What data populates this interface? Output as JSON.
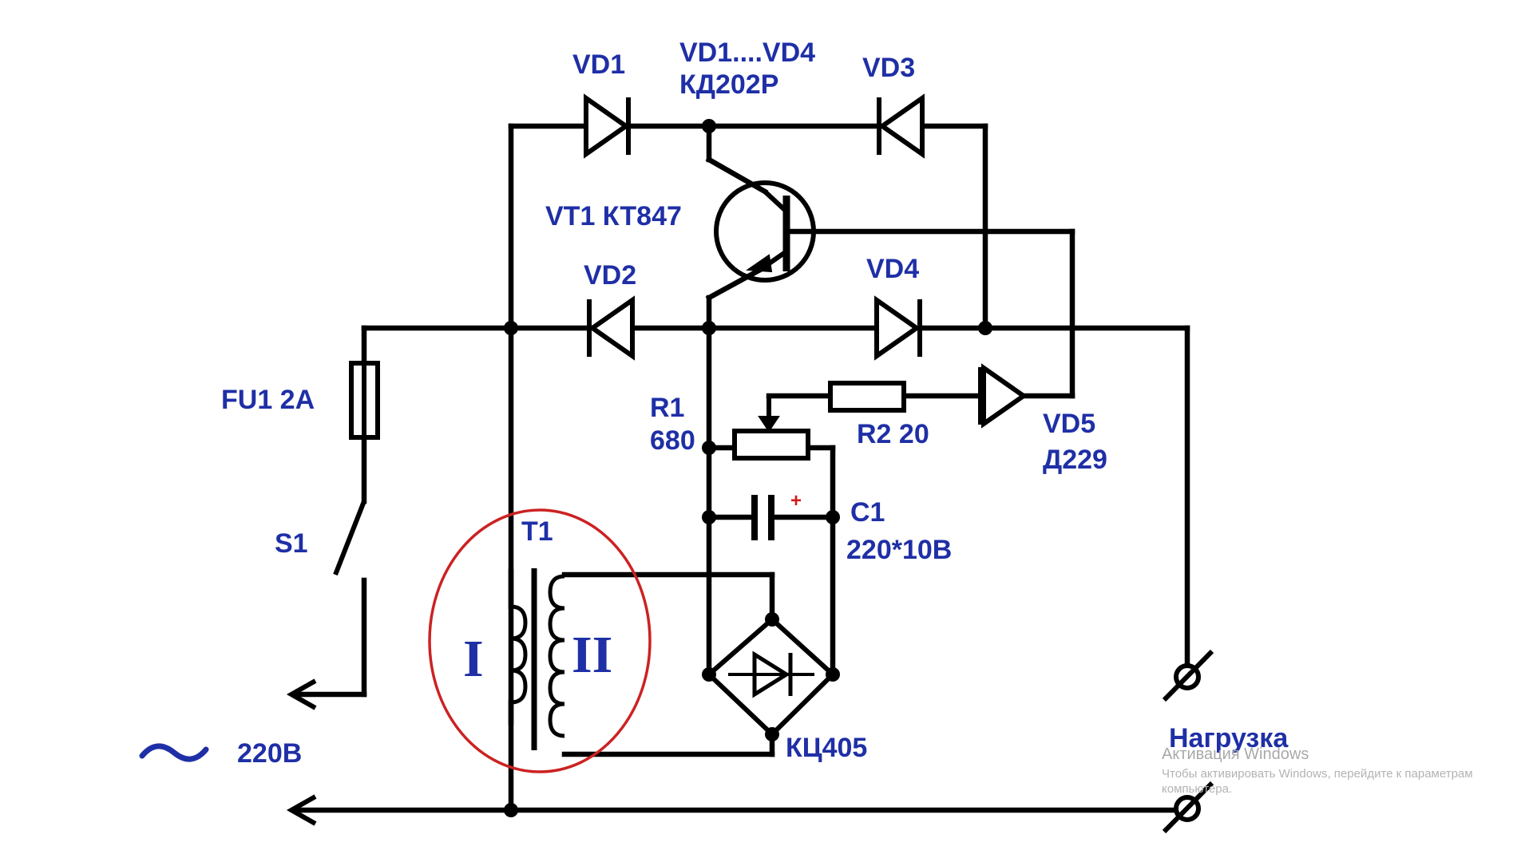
{
  "labels": {
    "vd1": "VD1",
    "vd_group": "VD1....VD4",
    "vd_type": "КД202Р",
    "vd3": "VD3",
    "vt1": "VT1 КТ847",
    "vd2": "VD2",
    "vd4": "VD4",
    "fu1": "FU1 2А",
    "r1": "R1",
    "r1_value": "680",
    "r2": "R2 20",
    "vd5": "VD5",
    "vd5_type": "Д229",
    "c1": "C1",
    "c1_value": "220*10В",
    "c1_polarity": "+",
    "s1": "S1",
    "t1": "T1",
    "winding_primary": "I",
    "winding_secondary": "II",
    "bridge": "КЦ405",
    "mains_symbol": "~",
    "mains_voltage": "220В",
    "load": "Нагрузка"
  },
  "watermark": {
    "title": "Активация Windows",
    "line1": "Чтобы активировать Windows, перейдите к параметрам",
    "line2": "компьютера."
  },
  "colors": {
    "label": "#1f2fa6",
    "wire": "#000000",
    "highlight_ellipse": "#cc2222",
    "capacitor_plus": "#d21a1a",
    "watermark": "#a9a9a9"
  }
}
